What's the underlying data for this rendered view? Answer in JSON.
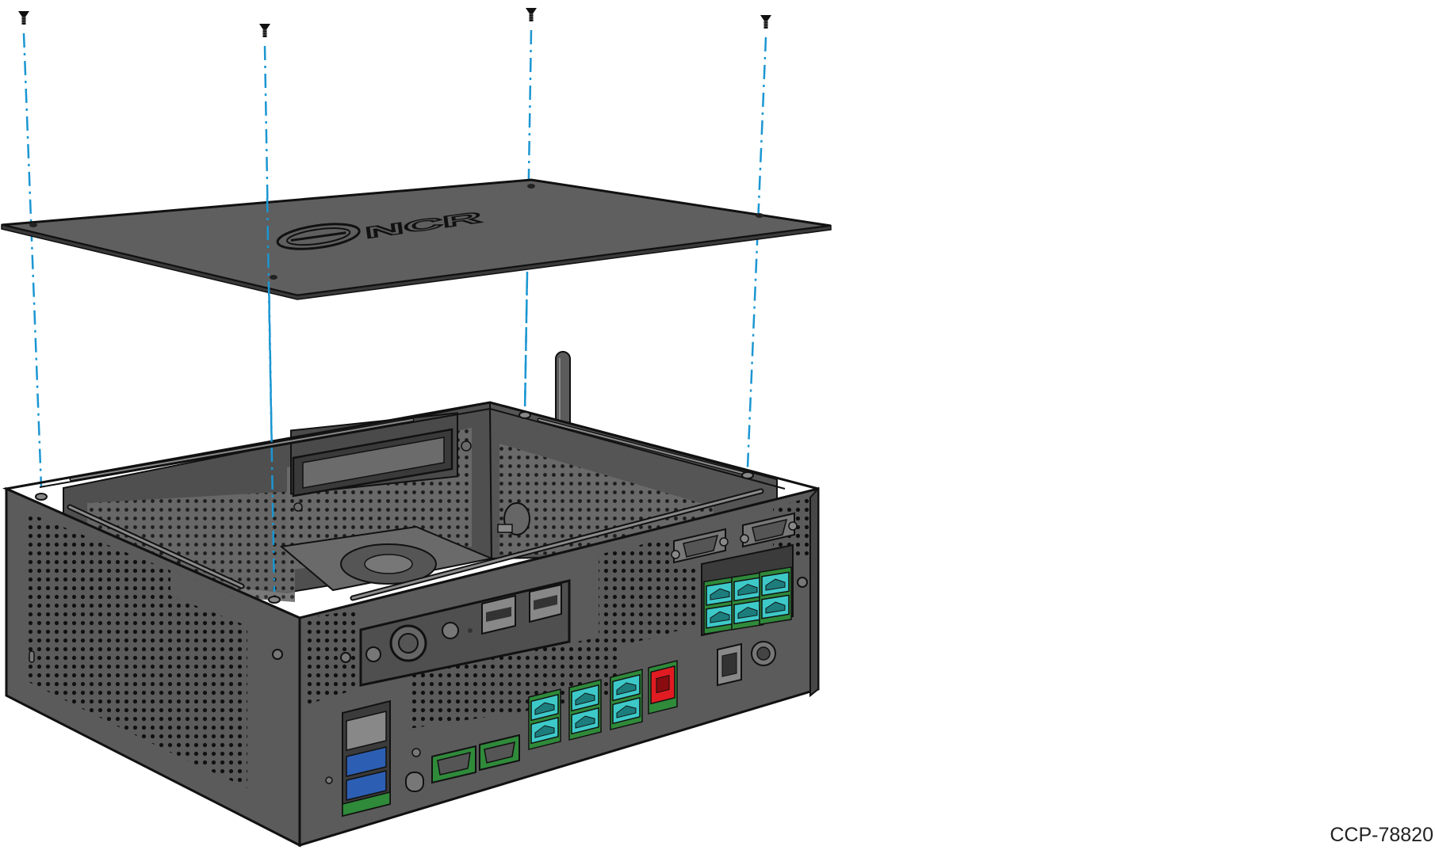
{
  "figure": {
    "caption_id": "CCP-78820",
    "logo_text": "NCR"
  },
  "parts": {
    "screws": 4,
    "cover": "top-cover",
    "chassis": "terminal-chassis"
  },
  "colors": {
    "body": "#5b5b5b",
    "body_dark": "#474747",
    "body_light": "#777777",
    "outline": "#111111",
    "guide_line": "#1b96d2",
    "usb_teal": "#3ec9c9",
    "usb_red": "#e11b22",
    "usb_blue": "#2c5fb3",
    "pcb_green": "#2f8a3a"
  }
}
